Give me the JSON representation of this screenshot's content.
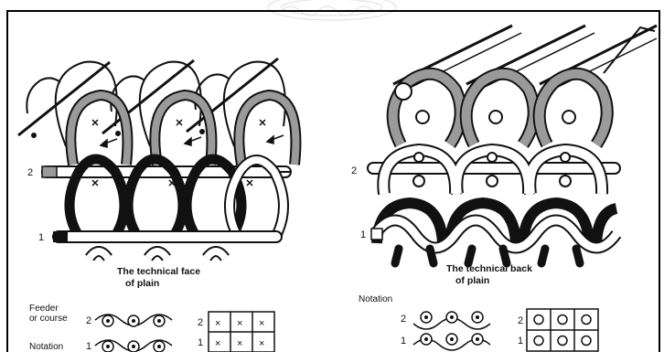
{
  "left_panel": {
    "row_numbers": [
      "2",
      "1"
    ],
    "caption_line1": "The technical face",
    "caption_line2": "of plain",
    "feeder_label_line1": "Feeder",
    "feeder_label_line2": "or course",
    "notation_label": "Notation",
    "notation_rows": [
      "2",
      "1"
    ],
    "grid_rows": [
      "2",
      "1"
    ],
    "grid_symbol": "×"
  },
  "right_panel": {
    "row_numbers": [
      "2",
      "1"
    ],
    "caption_line1": "The technical back",
    "caption_line2": "of plain",
    "notation_label": "Notation",
    "notation_rows": [
      "2",
      "1"
    ],
    "grid_rows": [
      "2",
      "1"
    ],
    "grid_symbol": "o"
  },
  "colors": {
    "ink": "#111111",
    "grey_yarn": "#9a9a9a",
    "white_yarn": "#ffffff",
    "frame": "#000000"
  }
}
